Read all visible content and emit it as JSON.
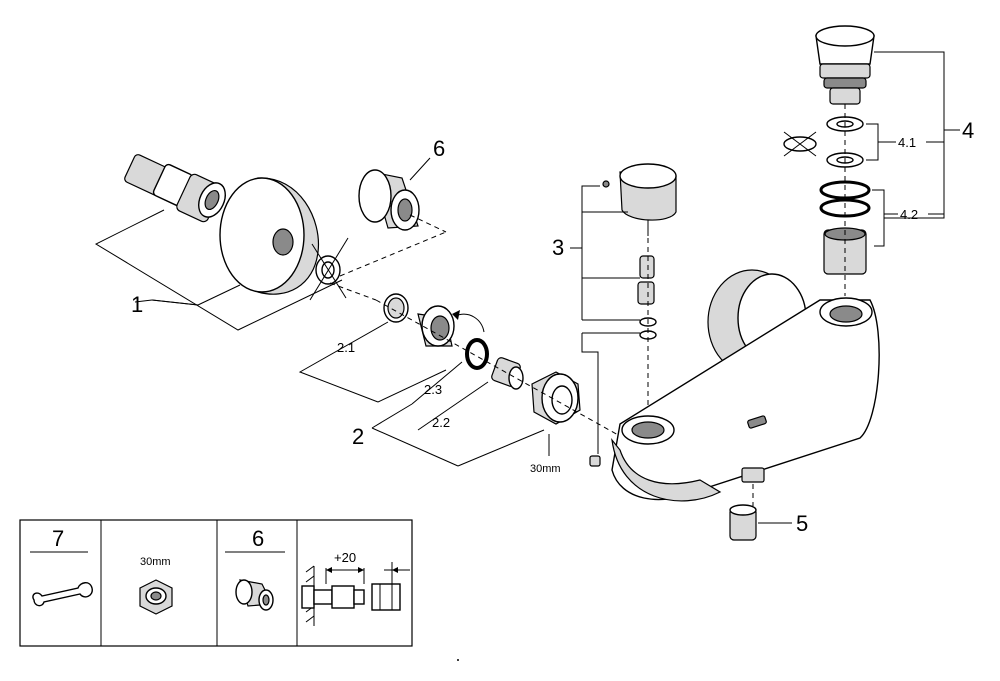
{
  "callouts": {
    "c1": "1",
    "c2": "2",
    "c2_1": "2.1",
    "c2_2": "2.2",
    "c2_3": "2.3",
    "c3": "3",
    "c4": "4",
    "c4_1": "4.1",
    "c4_2": "4.2",
    "c5": "5",
    "c6": "6"
  },
  "dimensions": {
    "nut_size": "30mm"
  },
  "tools_panel": {
    "cell1_number": "7",
    "cell2_size": "30mm",
    "cell3_number": "6",
    "cell4_offset": "+20"
  }
}
